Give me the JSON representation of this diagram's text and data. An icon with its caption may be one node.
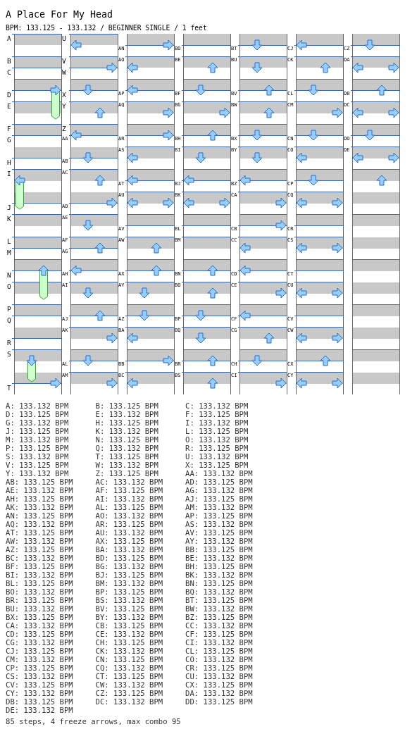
{
  "diagram": {
    "title": "A Place For My Head",
    "caption": "85 steps, 4 freeze arrows, max combo 95",
    "labels": [
      "BPM: 133.125 - 133.132 / BEGINNER SINGLE / 1 feet",
      "A",
      "B",
      "C",
      "D",
      "E",
      "F",
      "G",
      "H",
      "I",
      "J",
      "K",
      "L",
      "M",
      "N",
      "O",
      "P",
      "Q",
      "R",
      "S",
      "T",
      "U",
      "V",
      "W",
      "X",
      "Y",
      "Z",
      "AA",
      "AB",
      "AC",
      "AD",
      "AE",
      "AF",
      "AG",
      "AH",
      "AI",
      "AJ",
      "AK",
      "AL",
      "AM",
      "AN",
      "AO",
      "AP",
      "AQ",
      "AR",
      "AS",
      "AT",
      "AU",
      "AV",
      "AW",
      "AX",
      "AY",
      "AZ",
      "BA",
      "BB",
      "BC",
      "BD",
      "BE",
      "BF",
      "BG",
      "BH",
      "BI",
      "BJ",
      "BK",
      "BL",
      "BM",
      "BN",
      "BO",
      "BP",
      "BQ",
      "BR",
      "BS",
      "BT",
      "BU",
      "BV",
      "BW",
      "BX",
      "BY",
      "BZ",
      "CA",
      "CB",
      "CC",
      "CD",
      "CE",
      "CF",
      "CG",
      "CH",
      "CI",
      "CJ",
      "CK",
      "CL",
      "CM",
      "CN",
      "CO",
      "CP",
      "CQ",
      "CR",
      "CS",
      "CT",
      "CU",
      "CV",
      "CW",
      "CX",
      "CY",
      "CZ",
      "DA",
      "DB",
      "DC",
      "DD",
      "DE",
      "A: 133.132 BPM",
      "B: 133.125 BPM",
      "C: 133.132 BPM",
      "D: 133.125 BPM",
      "E: 133.132 BPM",
      "F: 133.125 BPM",
      "G: 133.132 BPM",
      "H: 133.125 BPM",
      "I: 133.132 BPM",
      "J: 133.125 BPM",
      "K: 133.132 BPM",
      "L: 133.125 BPM",
      "M: 133.132 BPM",
      "N: 133.125 BPM",
      "O: 133.132 BPM",
      "P: 133.125 BPM",
      "Q: 133.132 BPM",
      "R: 133.125 BPM",
      "S: 133.132 BPM",
      "T: 133.125 BPM",
      "U: 133.132 BPM",
      "V: 133.125 BPM",
      "W: 133.132 BPM",
      "X: 133.125 BPM",
      "Y: 133.132 BPM",
      "Z: 133.125 BPM",
      "AA: 133.132 BPM",
      "AB: 133.125 BPM",
      "AC: 133.132 BPM",
      "AD: 133.125 BPM",
      "AE: 133.132 BPM",
      "AF: 133.125 BPM",
      "AG: 133.132 BPM",
      "AH: 133.125 BPM",
      "AI: 133.132 BPM",
      "AJ: 133.125 BPM",
      "AK: 133.132 BPM",
      "AL: 133.125 BPM",
      "AM: 133.132 BPM",
      "AN: 133.125 BPM",
      "AO: 133.132 BPM",
      "AP: 133.125 BPM",
      "AQ: 133.132 BPM",
      "AR: 133.125 BPM",
      "AS: 133.132 BPM",
      "AT: 133.125 BPM",
      "AU: 133.132 BPM",
      "AV: 133.125 BPM",
      "AW: 133.132 BPM",
      "AX: 133.125 BPM",
      "AY: 133.132 BPM",
      "AZ: 133.125 BPM",
      "BA: 133.132 BPM",
      "BB: 133.125 BPM",
      "BC: 133.132 BPM",
      "BD: 133.125 BPM",
      "BE: 133.132 BPM",
      "BF: 133.125 BPM",
      "BG: 133.132 BPM",
      "BH: 133.125 BPM",
      "BI: 133.132 BPM",
      "BJ: 133.125 BPM",
      "BK: 133.132 BPM",
      "BL: 133.125 BPM",
      "BM: 133.132 BPM",
      "BN: 133.125 BPM",
      "BO: 133.132 BPM",
      "BP: 133.125 BPM",
      "BQ: 133.132 BPM",
      "BR: 133.125 BPM",
      "BS: 133.132 BPM",
      "BT: 133.125 BPM",
      "BU: 133.132 BPM",
      "BV: 133.125 BPM",
      "BW: 133.132 BPM",
      "BX: 133.125 BPM",
      "BY: 133.132 BPM",
      "BZ: 133.125 BPM",
      "CA: 133.132 BPM",
      "CB: 133.125 BPM",
      "CC: 133.132 BPM",
      "CD: 133.125 BPM",
      "CE: 133.132 BPM",
      "CF: 133.125 BPM",
      "CG: 133.132 BPM",
      "CH: 133.125 BPM",
      "CI: 133.132 BPM",
      "CJ: 133.125 BPM",
      "CK: 133.132 BPM",
      "CL: 133.125 BPM",
      "CM: 133.132 BPM",
      "CN: 133.125 BPM",
      "CO: 133.132 BPM",
      "CP: 133.125 BPM",
      "CQ: 133.132 BPM",
      "CR: 133.125 BPM",
      "CS: 133.132 BPM",
      "CT: 133.125 BPM",
      "CU: 133.132 BPM",
      "CV: 133.125 BPM",
      "CW: 133.132 BPM",
      "CX: 133.125 BPM",
      "CY: 133.132 BPM",
      "CZ: 133.125 BPM",
      "DA: 133.132 BPM",
      "DB: 133.125 BPM",
      "DC: 133.132 BPM",
      "DD: 133.125 BPM",
      "DE: 133.132 BPM"
    ]
  }
}
